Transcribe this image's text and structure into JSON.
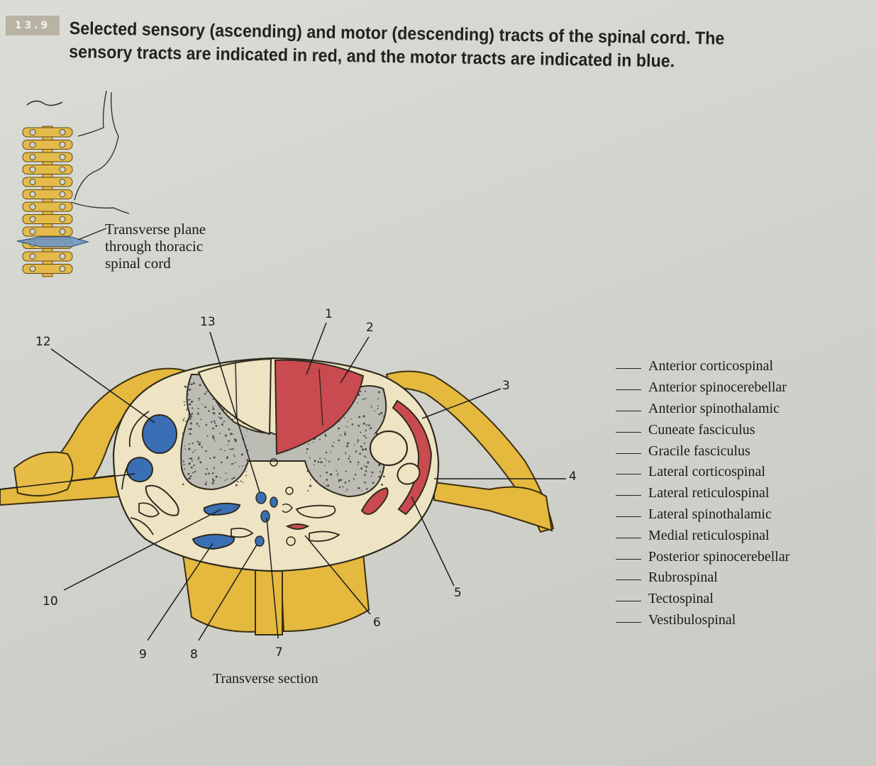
{
  "figure": {
    "number": "13.9",
    "caption": "Selected sensory (ascending) and motor (descending) tracts of the spinal cord. The sensory tracts are indicated in red, and the motor tracts are indicated in blue."
  },
  "inset": {
    "plane_label": [
      "Transverse plane",
      "through thoracic",
      "spinal cord"
    ]
  },
  "section": {
    "title": "Transverse section",
    "numbers": [
      "1",
      "2",
      "3",
      "4",
      "5",
      "6",
      "7",
      "8",
      "9",
      "10",
      "12",
      "13"
    ]
  },
  "legend": {
    "items": [
      "Anterior corticospinal",
      "Anterior spinocerebellar",
      "Anterior spinothalamic",
      "Cuneate fasciculus",
      "Gracile fasciculus",
      "Lateral corticospinal",
      "Lateral reticulospinal",
      "Lateral spinothalamic",
      "Medial reticulospinal",
      "Posterior spinocerebellar",
      "Rubrospinal",
      "Tectospinal",
      "Vestibulospinal"
    ]
  },
  "colors": {
    "sensory": "#c94a4f",
    "motor": "#3a6fb5",
    "meninges": "#e5b83e",
    "white_matter": "#eee4c3",
    "gray_matter": "#b9b9b3"
  }
}
